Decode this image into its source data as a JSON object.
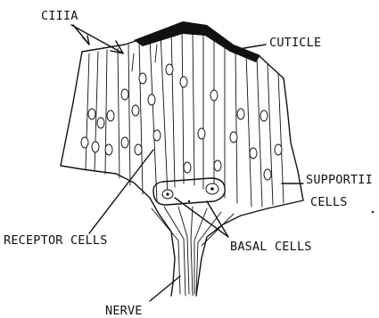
{
  "labels": {
    "cilia": "CIIIA",
    "cuticle": "CUTICLE",
    "supporting": "SUPPORTII",
    "cells": "CELLS",
    "receptor": "RECEPTOR CELLS",
    "basal": "BASAL CELLS",
    "nerve": "NERVE"
  },
  "colors": {
    "ink": "#111111",
    "background": "#ffffff"
  }
}
